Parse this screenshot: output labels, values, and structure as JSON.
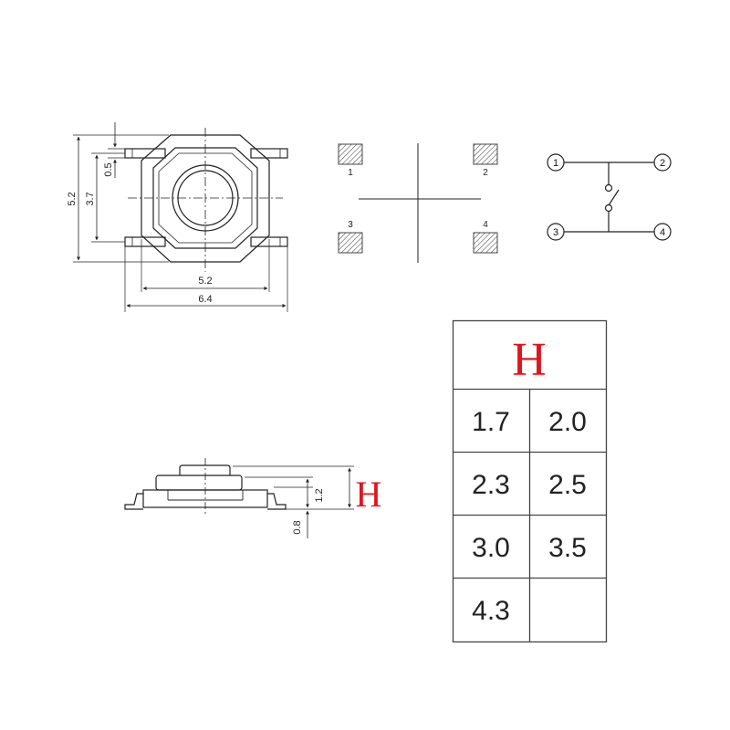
{
  "top_view": {
    "dim_height_outer": "5.2",
    "dim_height_inner": "3.7",
    "dim_offset": "0.5",
    "dim_width_inner": "5.2",
    "dim_width_outer": "6.4"
  },
  "pad_layout": {
    "pads": [
      {
        "label": "1"
      },
      {
        "label": "2"
      },
      {
        "label": "3"
      },
      {
        "label": "4"
      }
    ]
  },
  "schematic": {
    "terminals": [
      "1",
      "2",
      "3",
      "4"
    ]
  },
  "side_view": {
    "dim_body": "1.2",
    "dim_base": "0.8",
    "height_label": "H"
  },
  "height_table": {
    "header": "H",
    "rows": [
      [
        "1.7",
        "2.0"
      ],
      [
        "2.3",
        "2.5"
      ],
      [
        "3.0",
        "3.5"
      ],
      [
        "4.3",
        ""
      ]
    ]
  },
  "colors": {
    "accent_red": "#e0141c",
    "line": "#222222"
  }
}
